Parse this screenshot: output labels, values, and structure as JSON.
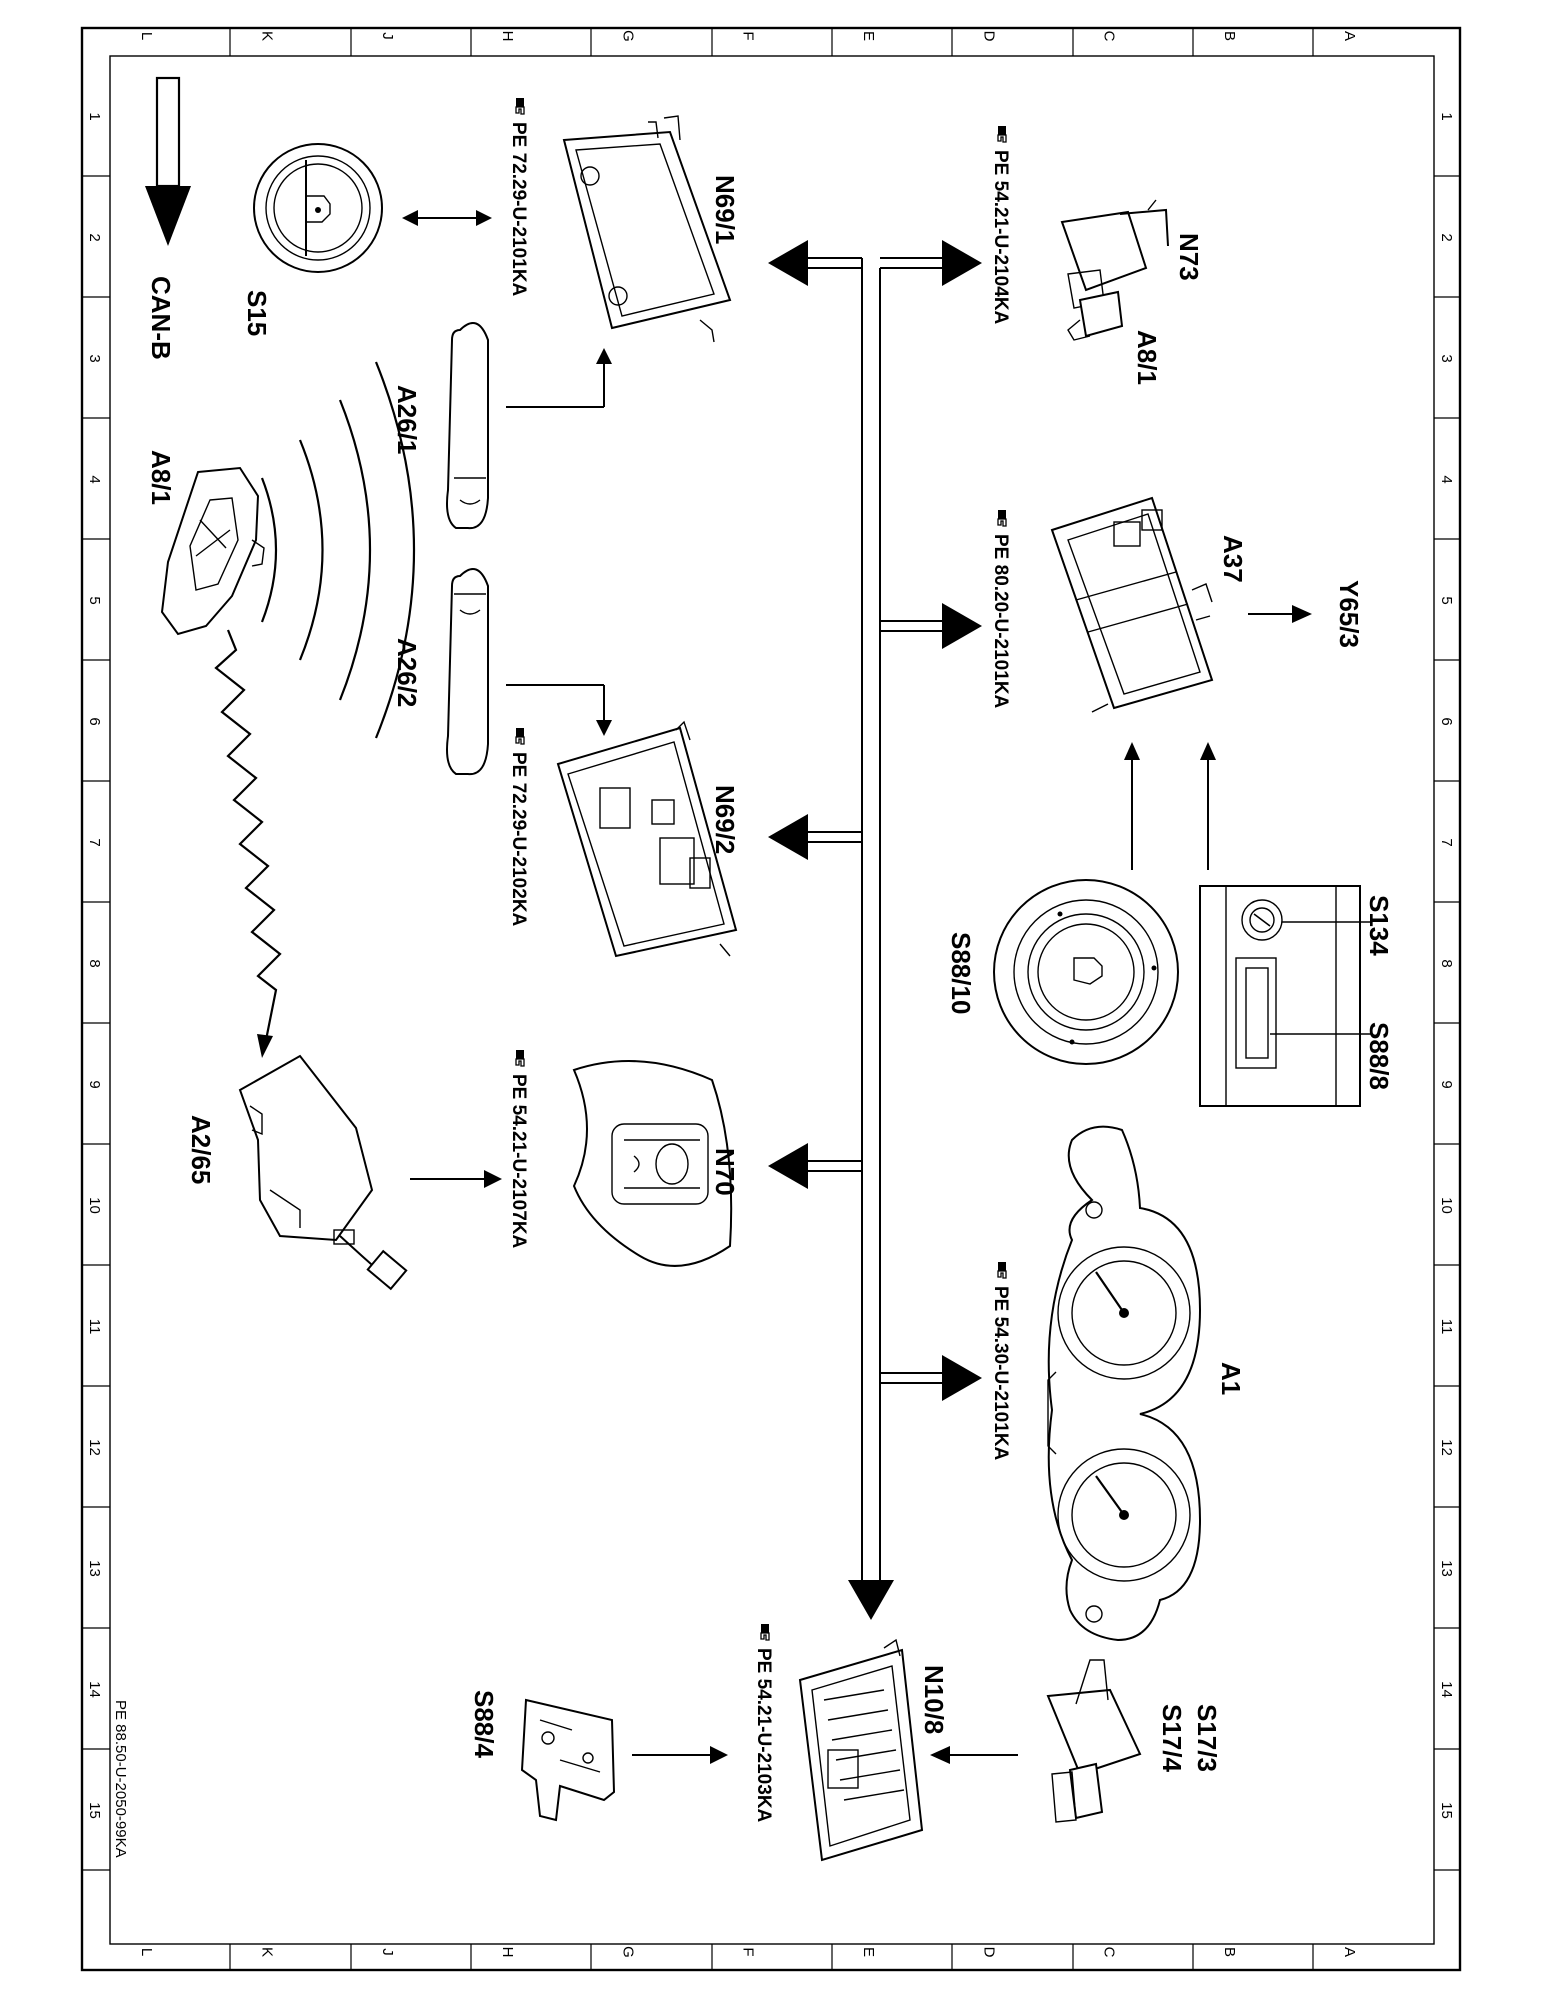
{
  "diagram": {
    "rows_top": [
      "L",
      "K",
      "J",
      "H",
      "G",
      "F",
      "E",
      "D",
      "C",
      "B",
      "A"
    ],
    "rows_bottom": [
      "L",
      "K",
      "J",
      "H",
      "G",
      "F",
      "E",
      "D",
      "C",
      "B",
      "A"
    ],
    "cols_left": [
      "1",
      "2",
      "3",
      "4",
      "5",
      "6",
      "7",
      "8",
      "9",
      "10",
      "11",
      "12",
      "13",
      "14",
      "15"
    ],
    "cols_right": [
      "1",
      "2",
      "3",
      "4",
      "5",
      "6",
      "7",
      "8",
      "9",
      "10",
      "11",
      "12",
      "13",
      "14",
      "15"
    ],
    "bus_label": "CAN-B",
    "doc_id": "PE 88.50-U-2050-99KA",
    "components": {
      "s15": "S15",
      "a8_1_key": "A8/1",
      "a26_1": "A26/1",
      "a26_2": "A26/2",
      "a2_65": "A2/65",
      "s88_4": "S88/4",
      "n69_1": "N69/1",
      "n69_2": "N69/2",
      "n70": "N70",
      "n10_8": "N10/8",
      "n73": "N73",
      "a8_1_switch": "A8/1",
      "a37": "A37",
      "y65_3": "Y65/3",
      "s88_10": "S88/10",
      "s134": "S134",
      "s88_8": "S88/8",
      "a1": "A1",
      "s17_3": "S17/3",
      "s17_4": "S17/4"
    },
    "references": {
      "n69_1": "PE 72.29-U-2101KA",
      "n69_2": "PE 72.29-U-2102KA",
      "n70": "PE 54.21-U-2107KA",
      "n10_8": "PE 54.21-U-2103KA",
      "n73": "PE 54.21-U-2104KA",
      "a37": "PE 80.20-U-2101KA",
      "a1": "PE 54.30-U-2101KA"
    }
  }
}
